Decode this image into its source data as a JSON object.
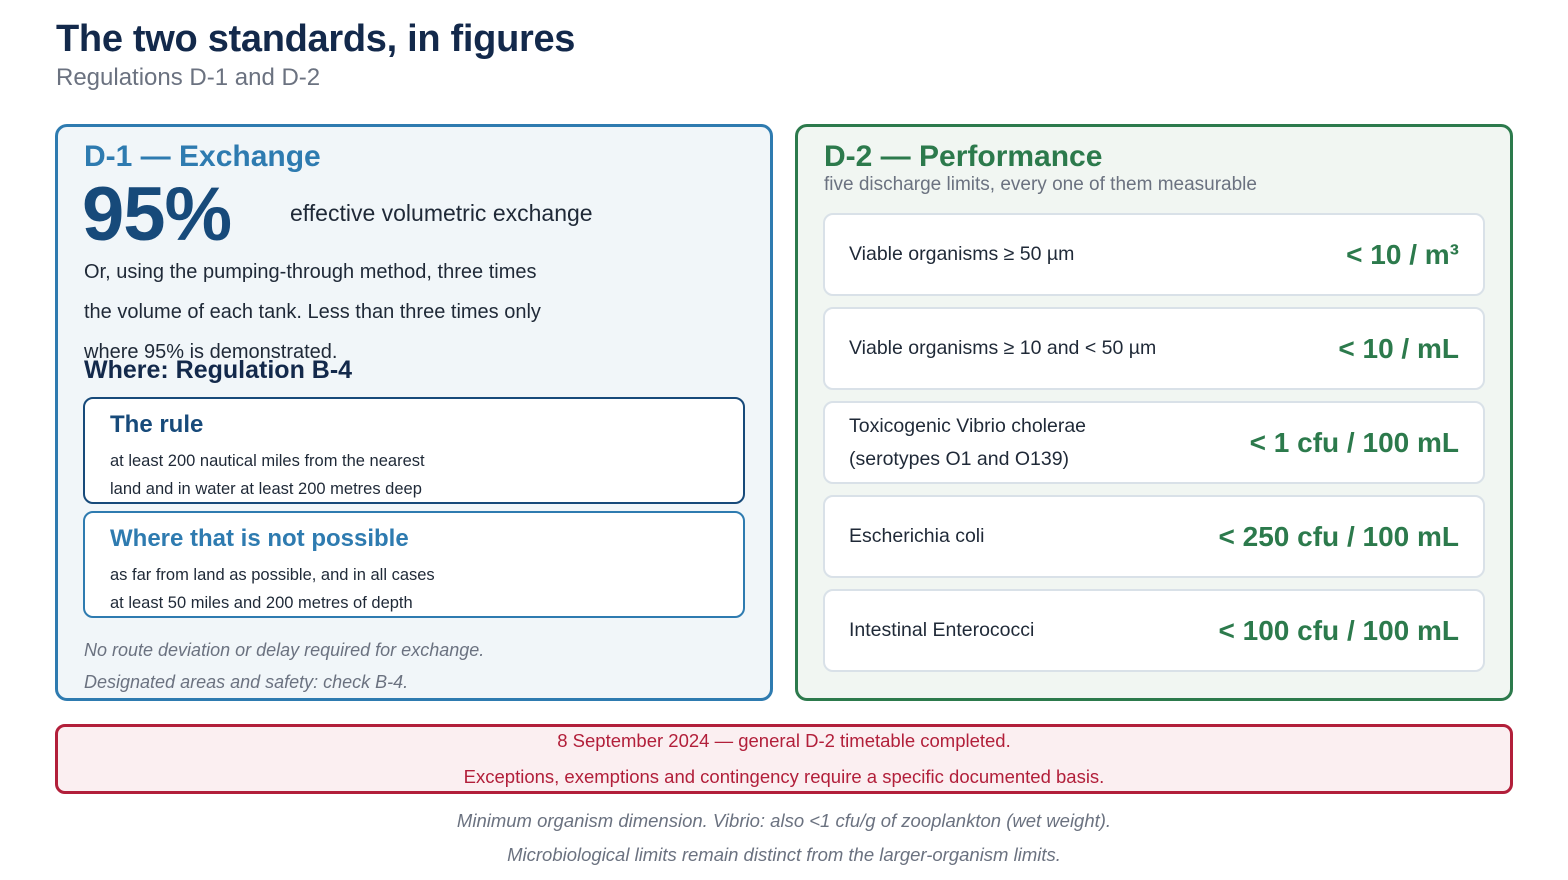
{
  "page": {
    "title": "The two standards, in figures",
    "subtitle": "Regulations D-1 and D-2"
  },
  "d1": {
    "heading": "D-1 — Exchange",
    "big_value": "95%",
    "big_label": "effective volumetric exchange",
    "paragraph_lines": [
      "Or, using the pumping-through method, three times",
      "the volume of each tank. Less than three times only",
      "where 95% is demonstrated."
    ],
    "where_heading": "Where: Regulation B-4",
    "rule": {
      "title": "The rule",
      "lines": [
        "at least 200 nautical miles from the nearest",
        "land and in water at least 200 metres deep"
      ]
    },
    "fallback": {
      "title": "Where that is not possible",
      "lines": [
        "as far from land as possible, and in all cases",
        "at least 50 miles and 200 metres of depth"
      ]
    },
    "notes": [
      "No route deviation or delay required for exchange.",
      "Designated areas and safety: check B-4."
    ]
  },
  "d2": {
    "heading": "D-2 — Performance",
    "subheading": "five discharge limits, every one of them measurable",
    "limits": [
      {
        "label_lines": [
          "Viable organisms ≥ 50 µm"
        ],
        "value": "< 10 / m³"
      },
      {
        "label_lines": [
          "Viable organisms ≥ 10 and < 50 µm"
        ],
        "value": "< 10 / mL"
      },
      {
        "label_lines": [
          "Toxicogenic Vibrio cholerae",
          "(serotypes O1 and O139)"
        ],
        "value": "< 1 cfu / 100 mL"
      },
      {
        "label_lines": [
          "Escherichia coli"
        ],
        "value": "< 250 cfu / 100 mL"
      },
      {
        "label_lines": [
          "Intestinal Enterococci"
        ],
        "value": "< 100 cfu / 100 mL"
      }
    ]
  },
  "banner": {
    "line1": "8 September 2024 — general D-2 timetable completed.",
    "line2": "Exceptions, exemptions and contingency require a specific documented basis."
  },
  "footnotes": [
    "Minimum organism dimension. Vibrio: also <1 cfu/g of zooplankton (wet weight).",
    "Microbiological limits remain distinct from the larger-organism limits."
  ],
  "colors": {
    "d1_accent": "#2e7bb0",
    "d1_dark": "#174a7a",
    "d2_accent": "#2c7a4c",
    "alert": "#b21f3a",
    "title": "#13294b"
  }
}
